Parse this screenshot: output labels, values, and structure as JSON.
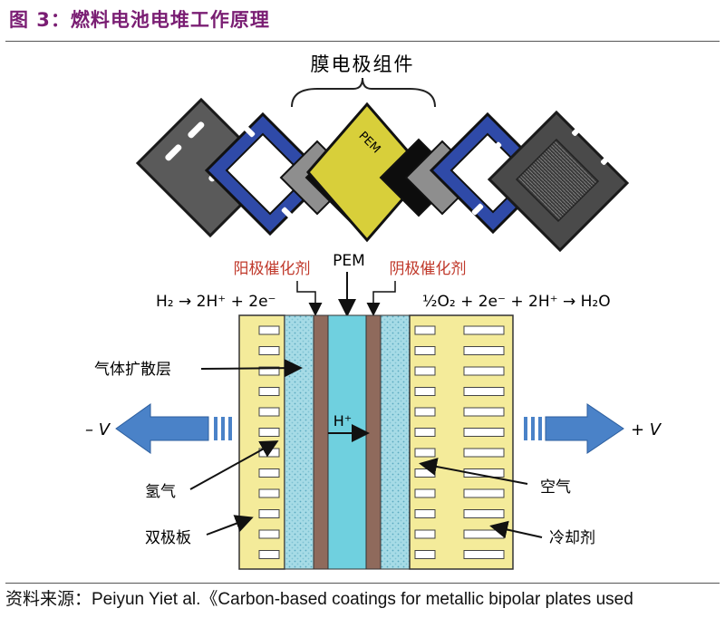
{
  "figure": {
    "title": "图 3：燃料电池电堆工作原理",
    "source": "资料来源：Peiyun Yiet al.《Carbon-based coatings for metallic bipolar plates used"
  },
  "diagram": {
    "mea_label": "膜电极组件",
    "pem_plate_label": "PEM",
    "pem_label": "PEM",
    "anode_catalyst": "阳极催化剂",
    "cathode_catalyst": "阴极催化剂",
    "anode_reaction": "H₂ → 2H⁺ + 2e⁻",
    "cathode_reaction": "½O₂ + 2e⁻ + 2H⁺ → H₂O",
    "gas_diffusion_layer": "气体扩散层",
    "proton": "H⁺",
    "negative_terminal": "– V",
    "positive_terminal": "+ V",
    "hydrogen": "氢气",
    "air": "空气",
    "bipolar_plate": "双极板",
    "coolant": "冷却剂"
  },
  "colors": {
    "title": "#7a1e73",
    "catalyst_label": "#c0392b",
    "bipolar_plate": "#f4eb9a",
    "gas_diffusion": "#a6dbe6",
    "catalyst_layer": "#8f6a5c",
    "membrane": "#6fd0df",
    "blue_frame": "#2f4aa8",
    "arrow_blue": "#4a82c8"
  }
}
